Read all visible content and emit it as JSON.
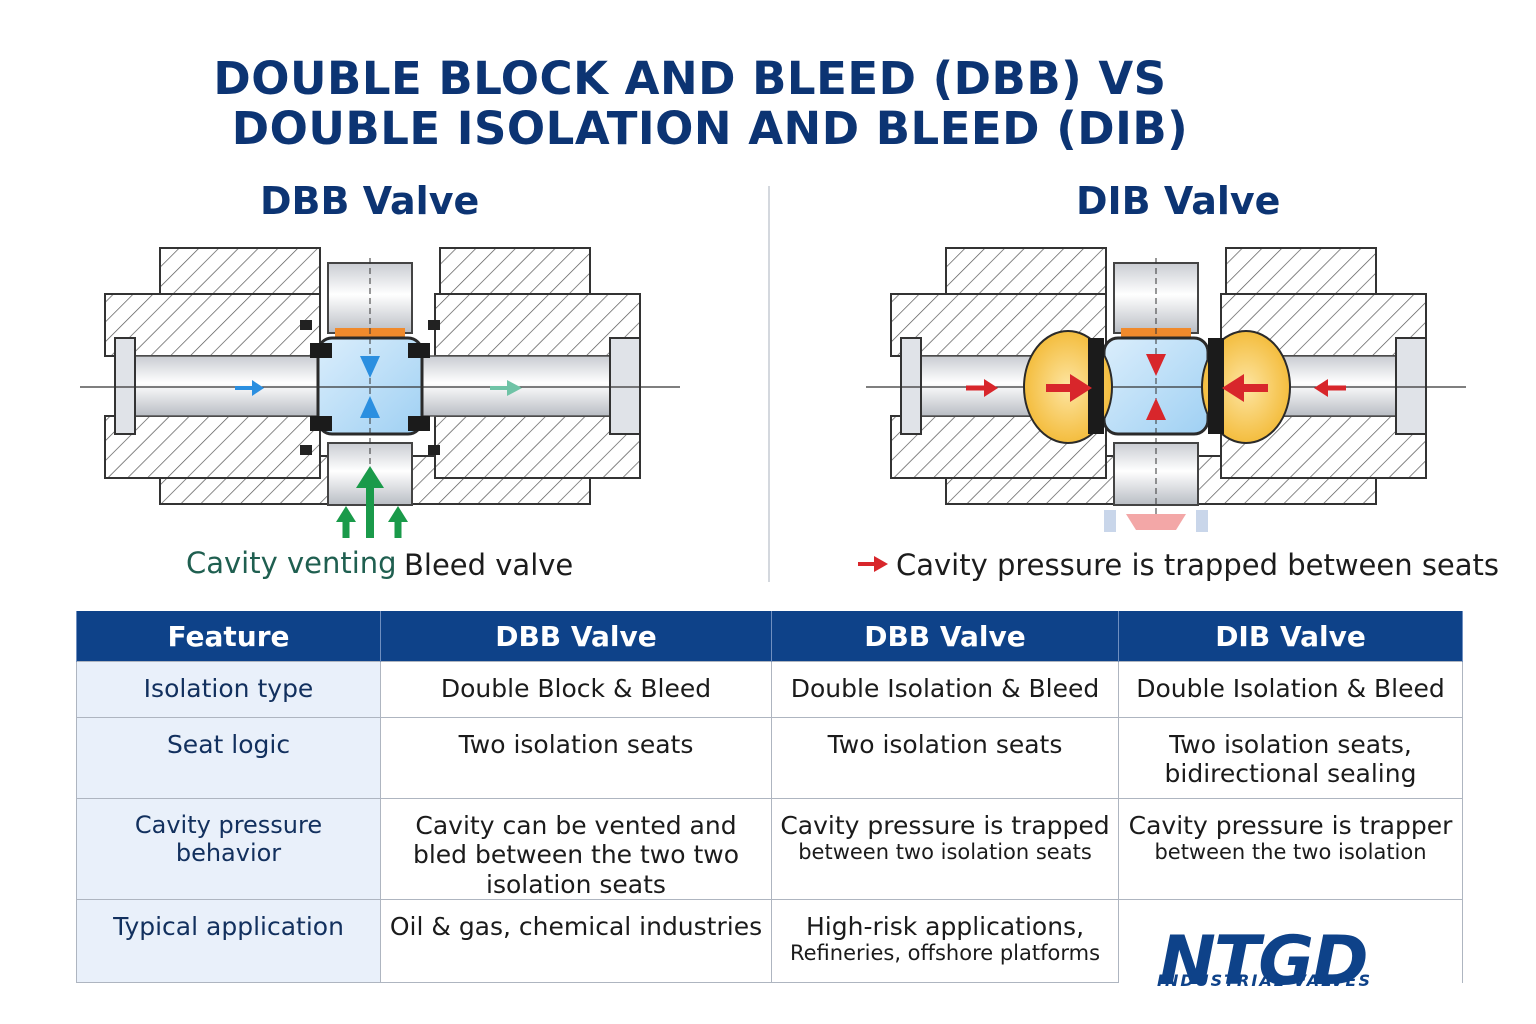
{
  "title": {
    "line1": "DOUBLE BLOCK AND BLEED (DBB) VS",
    "line2": "DOUBLE ISOLATION AND BLEED (DIB)"
  },
  "dbb": {
    "heading": "DBB Valve",
    "caption_green": "Cavity venting",
    "caption_black": "Bleed valve"
  },
  "dib": {
    "heading": "DIB Valve",
    "caption": "Cavity pressure is trapped between seats"
  },
  "colors": {
    "navy": "#0c3473",
    "header_blue": "#0e4289",
    "flow_blue": "#2b8fe0",
    "vent_green": "#1a9a4a",
    "pressure_red": "#d8262b",
    "seat_yellow": "#f2b52a"
  },
  "table": {
    "headers": [
      "Feature",
      "DBB Valve",
      "DBB Valve",
      "DIB Valve"
    ],
    "rows": [
      [
        "Isolation type",
        "Double Block & Bleed",
        "Double Isolation & Bleed",
        "Double Isolation & Bleed"
      ],
      [
        "Seat logic",
        "Two isolation seats",
        "Two isolation seats",
        "Two isolation seats,\nbidirectional sealing"
      ],
      [
        "Cavity pressure behavior",
        "Cavity can be vented and bled between the two two isolation seats",
        "Cavity pressure is trapped",
        "Cavity pressure is trapper"
      ],
      [
        "Typical application",
        "Oil & gas, chemical industries",
        "High-risk applications,",
        ""
      ]
    ],
    "row3_col3_sub": "between two isolation seats",
    "row3_col4_sub": "between the two isolation",
    "row4_col3_sub": "Refineries, offshore platforms",
    "row2_col4_line1": "Two isolation seats,",
    "row2_col4_line2": "bidirectional sealing"
  },
  "logo": {
    "mark": "NTGD",
    "sub": "INDUSTRIAL VALVES"
  }
}
